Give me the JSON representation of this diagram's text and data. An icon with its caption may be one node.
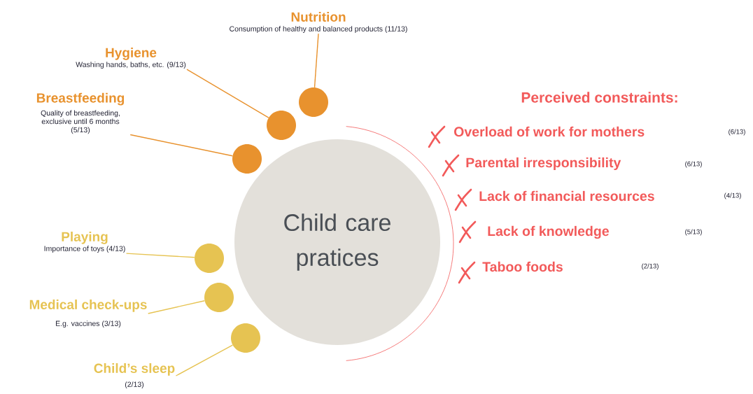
{
  "diagram": {
    "nodes": [
      {
        "text": [
          "Nutrition",
          "Consumption of healthy and balanced products (11/13)"
        ]
      },
      {
        "text": [
          "Hygiene",
          "Washing hands, baths, etc. (9/13)"
        ]
      },
      {
        "text": [
          "Breastfeeding",
          "Quality of breastfeeding, exclusive until 6 months (5/13)"
        ]
      },
      {
        "text": [],
        "shape": "circle"
      },
      {
        "text": [],
        "shape": "circle"
      },
      {
        "text": [],
        "shape": "circle"
      },
      {
        "text": [
          "Child care pratices"
        ]
      },
      {
        "text": [
          "Playing",
          "Importance of toys (4/13)"
        ]
      },
      {
        "text": [],
        "shape": "circle"
      },
      {
        "text": [
          "Medical check-ups",
          "E.g. vaccines (3/13)"
        ]
      },
      {
        "text": [],
        "shape": "circle"
      },
      {
        "text": [
          "Child’s sleep",
          "(2/13)"
        ]
      },
      {
        "text": [],
        "shape": "circle"
      }
    ],
    "edges": [
      {
        "from": 0,
        "to": 3,
        "arrow": "none"
      },
      {
        "from": 1,
        "to": 4,
        "arrow": "none"
      },
      {
        "from": 2,
        "to": 5,
        "arrow": "none"
      },
      {
        "from": 7,
        "to": 8,
        "arrow": "none"
      },
      {
        "from": 9,
        "to": 10,
        "arrow": "none"
      },
      {
        "from": 11,
        "to": 12,
        "arrow": "none"
      }
    ],
    "labels": [
      "Perceived constraints:",
      "Overload of work for mothers",
      "(6/13)",
      "Parental irresponsibility",
      "(6/13)",
      "Lack of financial resources",
      "(4/13)",
      "Lack of knowledge",
      "(5/13)",
      "Taboo foods",
      "(2/13)"
    ]
  }
}
